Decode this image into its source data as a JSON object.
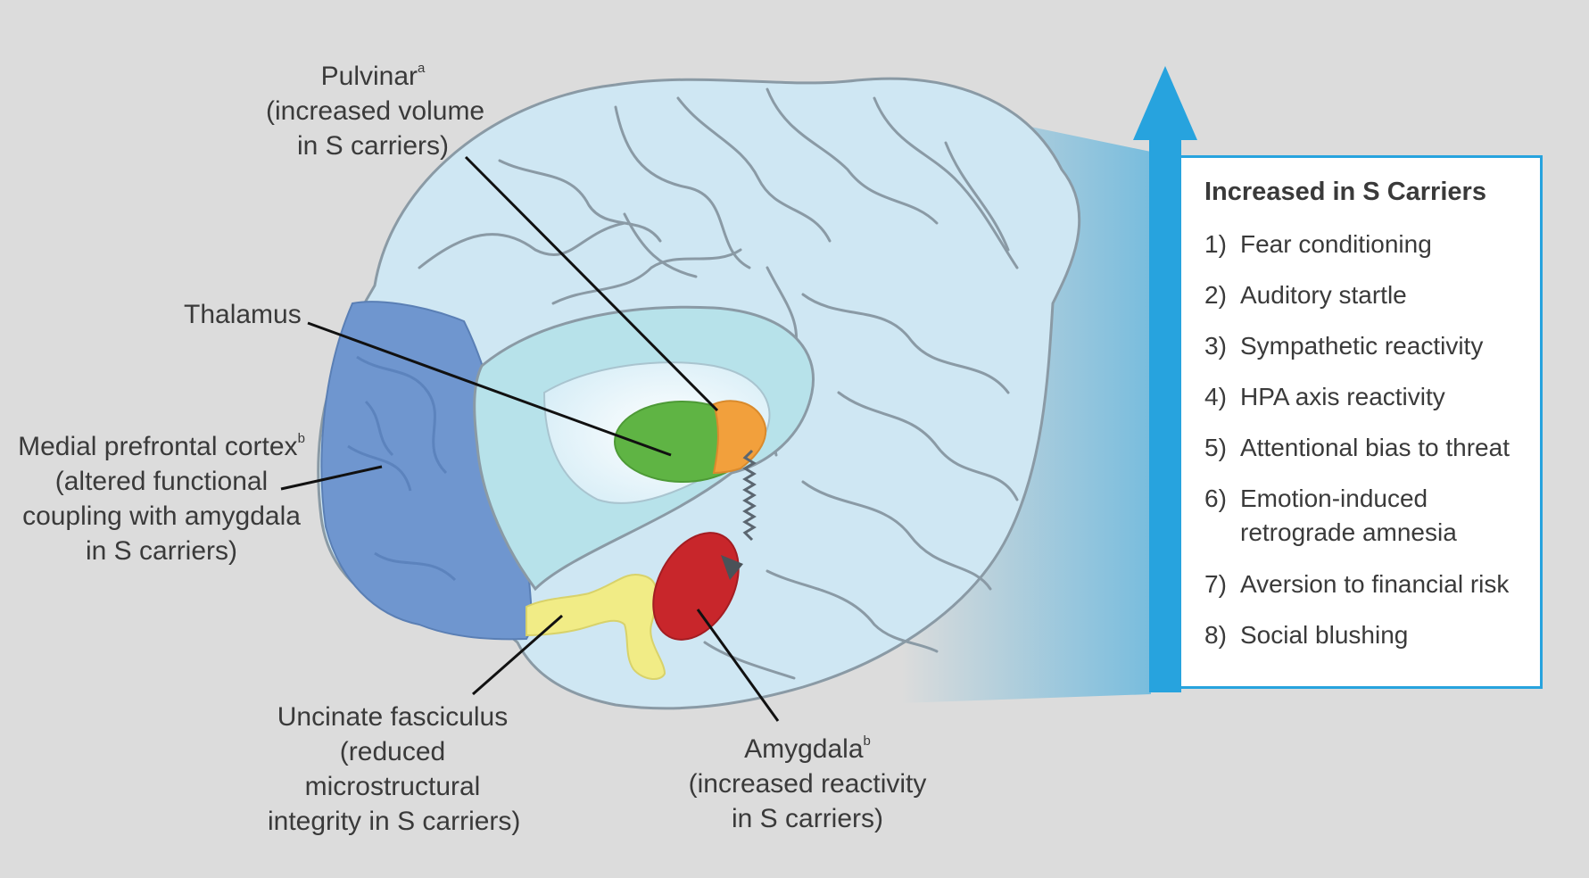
{
  "labels": {
    "pulvinar": {
      "name": "Pulvinar",
      "sup": "a",
      "lines": [
        "(increased volume",
        "in S carriers)"
      ]
    },
    "thalamus": {
      "name": "Thalamus"
    },
    "mpfc": {
      "name": "Medial prefrontal cortex",
      "sup": "b",
      "lines": [
        "(altered functional",
        "coupling with amygdala",
        "in S carriers)"
      ]
    },
    "uncinate": {
      "lines": [
        "Uncinate fasciculus",
        "(reduced",
        "microstructural",
        "integrity in S carriers)"
      ]
    },
    "amygdala": {
      "name": "Amygdala",
      "sup": "b",
      "lines": [
        "(increased reactivity",
        "in S carriers)"
      ]
    }
  },
  "panel": {
    "title": "Increased in S Carriers",
    "items": [
      {
        "num": "1)",
        "text": "Fear conditioning"
      },
      {
        "num": "2)",
        "text": "Auditory startle"
      },
      {
        "num": "3)",
        "text": "Sympathetic reactivity"
      },
      {
        "num": "4)",
        "text": "HPA axis reactivity"
      },
      {
        "num": "5)",
        "text": "Attentional bias to threat"
      },
      {
        "num": "6)",
        "text": "Emotion-induced",
        "text2": "retrograde amnesia"
      },
      {
        "num": "7)",
        "text": "Aversion to financial risk"
      },
      {
        "num": "8)",
        "text": "Social blushing"
      }
    ]
  },
  "colors": {
    "background": "#dcdcdc",
    "brain_fill": "#cfe7f3",
    "brain_outline": "#8a9aa5",
    "prefrontal": "#6f96cf",
    "thalamus": "#5fb444",
    "pulvinar": "#f2a03c",
    "amygdala": "#c8262b",
    "uncinate": "#f1ec86",
    "arrow": "#27a3de"
  }
}
